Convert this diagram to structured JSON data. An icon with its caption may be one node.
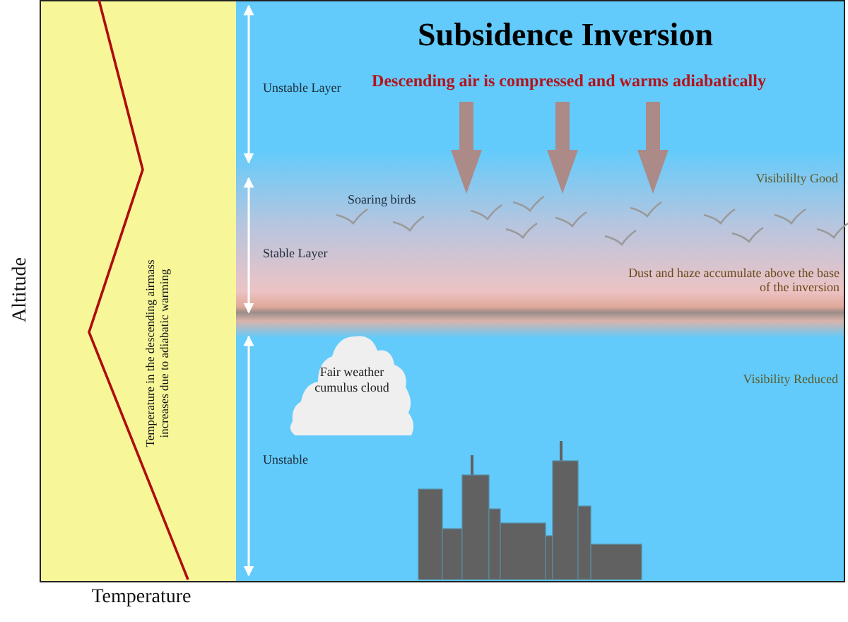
{
  "diagram": {
    "title": "Subsidence Inversion",
    "nodes": [
      {
        "text": [
          "Temperature in the descending airmass increases due to adiabatic warming"
        ]
      },
      {
        "text": [
          "Fair weather cumulus cloud"
        ]
      }
    ],
    "labels": [
      "Descending air is compressed and warms adiabatically",
      "Unstable Layer",
      "Soaring birds",
      "Visibililty Good",
      "Stable Layer",
      "Dust and haze accumulate above the base of the inversion",
      "Visibility Reduced",
      "Unstable",
      "Altitude",
      "Temperature"
    ]
  }
}
